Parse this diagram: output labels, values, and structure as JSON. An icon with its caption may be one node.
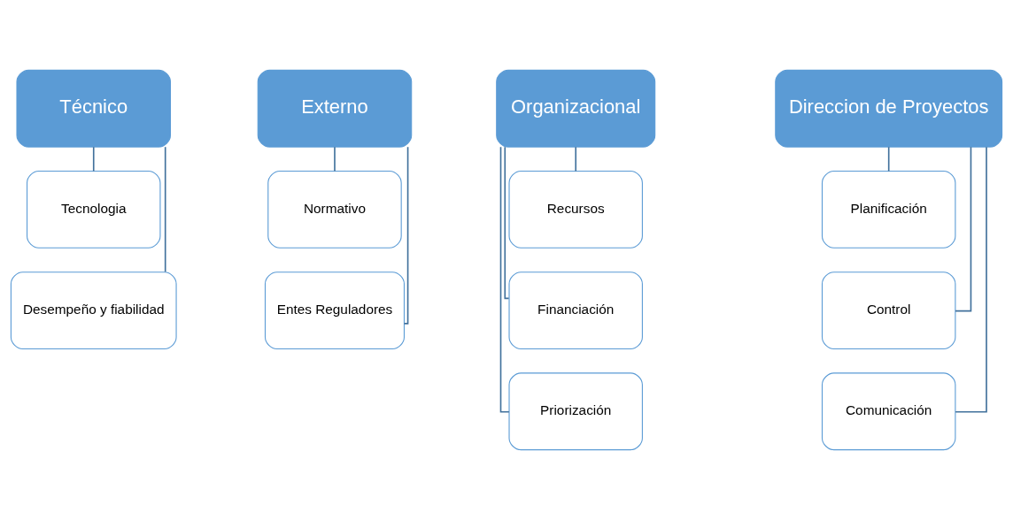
{
  "diagram": {
    "nodes": [
      {
        "text": [
          "Técnico"
        ]
      },
      {
        "text": [
          "Tecnologia"
        ]
      },
      {
        "text": [
          "Desempeño y fiabilidad"
        ]
      },
      {
        "text": [
          "Externo"
        ]
      },
      {
        "text": [
          "Normativo"
        ]
      },
      {
        "text": [
          "Entes Reguladores"
        ]
      },
      {
        "text": [
          "Organizacional"
        ]
      },
      {
        "text": [
          "Recursos"
        ]
      },
      {
        "text": [
          "Financiación"
        ]
      },
      {
        "text": [
          "Priorización"
        ]
      },
      {
        "text": [
          "Direccion de Proyectos"
        ]
      },
      {
        "text": [
          "Planificación"
        ]
      },
      {
        "text": [
          "Control"
        ]
      },
      {
        "text": [
          "Comunicación"
        ]
      }
    ],
    "edges": [
      {
        "from": 0,
        "to": 1,
        "arrow": "none"
      },
      {
        "from": 0,
        "to": 2,
        "arrow": "none"
      },
      {
        "from": 3,
        "to": 4,
        "arrow": "none"
      },
      {
        "from": 3,
        "to": 5,
        "arrow": "none"
      },
      {
        "from": 6,
        "to": 7,
        "arrow": "none"
      },
      {
        "from": 6,
        "to": 8,
        "arrow": "none"
      },
      {
        "from": 6,
        "to": 9,
        "arrow": "none"
      },
      {
        "from": 10,
        "to": 11,
        "arrow": "none"
      },
      {
        "from": 10,
        "to": 12,
        "arrow": "none"
      },
      {
        "from": 10,
        "to": 13,
        "arrow": "none"
      }
    ]
  }
}
